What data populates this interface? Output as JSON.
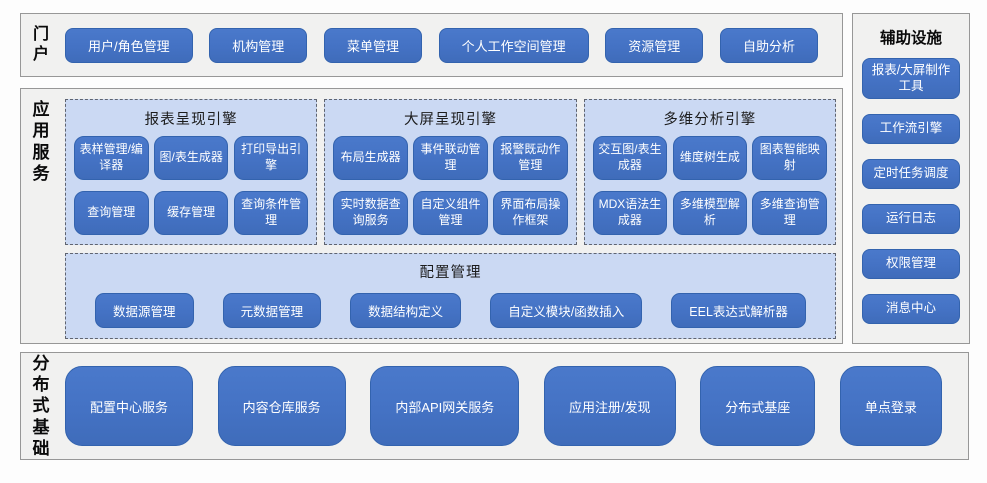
{
  "colors": {
    "button_blue": "#4472C4",
    "button_border": "#3363AE",
    "panel_light_blue": "#CBD9F3",
    "section_gray": "#F1F1F0",
    "section_border": "#979797",
    "text_on_button": "#FFFFFF"
  },
  "sections": {
    "portal": {
      "label": "门户",
      "items": [
        "用户/角色管理",
        "机构管理",
        "菜单管理",
        "个人工作空间管理",
        "资源管理",
        "自助分析"
      ]
    },
    "app": {
      "label": "应用服务",
      "engines": [
        {
          "title": "报表呈现引擎",
          "items": [
            "表样管理/编译器",
            "图/表生成器",
            "打印导出引擎",
            "查询管理",
            "缓存管理",
            "查询条件管理"
          ]
        },
        {
          "title": "大屏呈现引擎",
          "items": [
            "布局生成器",
            "事件联动管理",
            "报警既动作管理",
            "实时数据查询服务",
            "自定义组件管理",
            "界面布局操作框架"
          ]
        },
        {
          "title": "多维分析引擎",
          "items": [
            "交互图/表生成器",
            "维度树生成",
            "图表智能映射",
            "MDX语法生成器",
            "多维模型解析",
            "多维查询管理"
          ]
        }
      ],
      "config": {
        "title": "配置管理",
        "items": [
          "数据源管理",
          "元数据管理",
          "数据结构定义",
          "自定义模块/函数插入",
          "EEL表达式解析器"
        ]
      }
    },
    "distributed": {
      "label": "分布式基础",
      "items": [
        "配置中心服务",
        "内容仓库服务",
        "内部API网关服务",
        "应用注册/发现",
        "分布式基座",
        "单点登录"
      ]
    },
    "auxiliary": {
      "title": "辅助设施",
      "items": [
        "报表/大屏制作工具",
        "工作流引擎",
        "定时任务调度",
        "运行日志",
        "权限管理",
        "消息中心"
      ]
    }
  }
}
